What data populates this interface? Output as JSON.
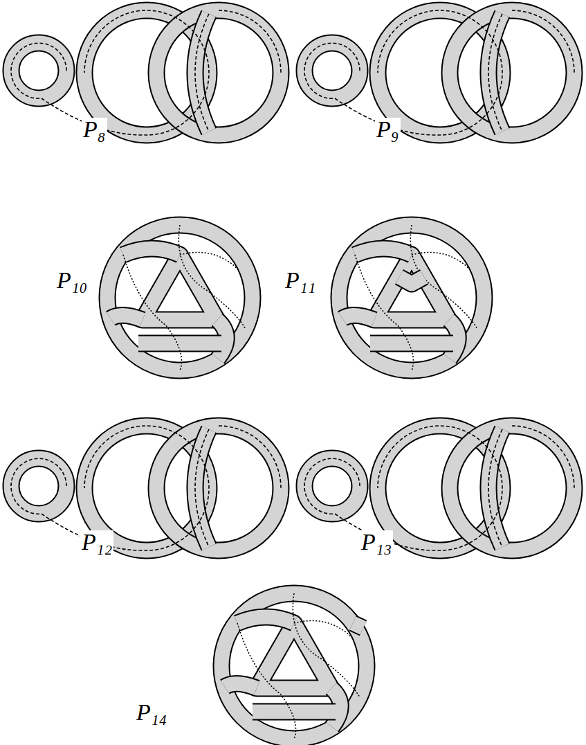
{
  "diagram": {
    "labels": [
      "P₈",
      "P₉",
      "P₁₀",
      "P₁₁",
      "P₁₂",
      "P₁₃",
      "P₁₄"
    ]
  }
}
